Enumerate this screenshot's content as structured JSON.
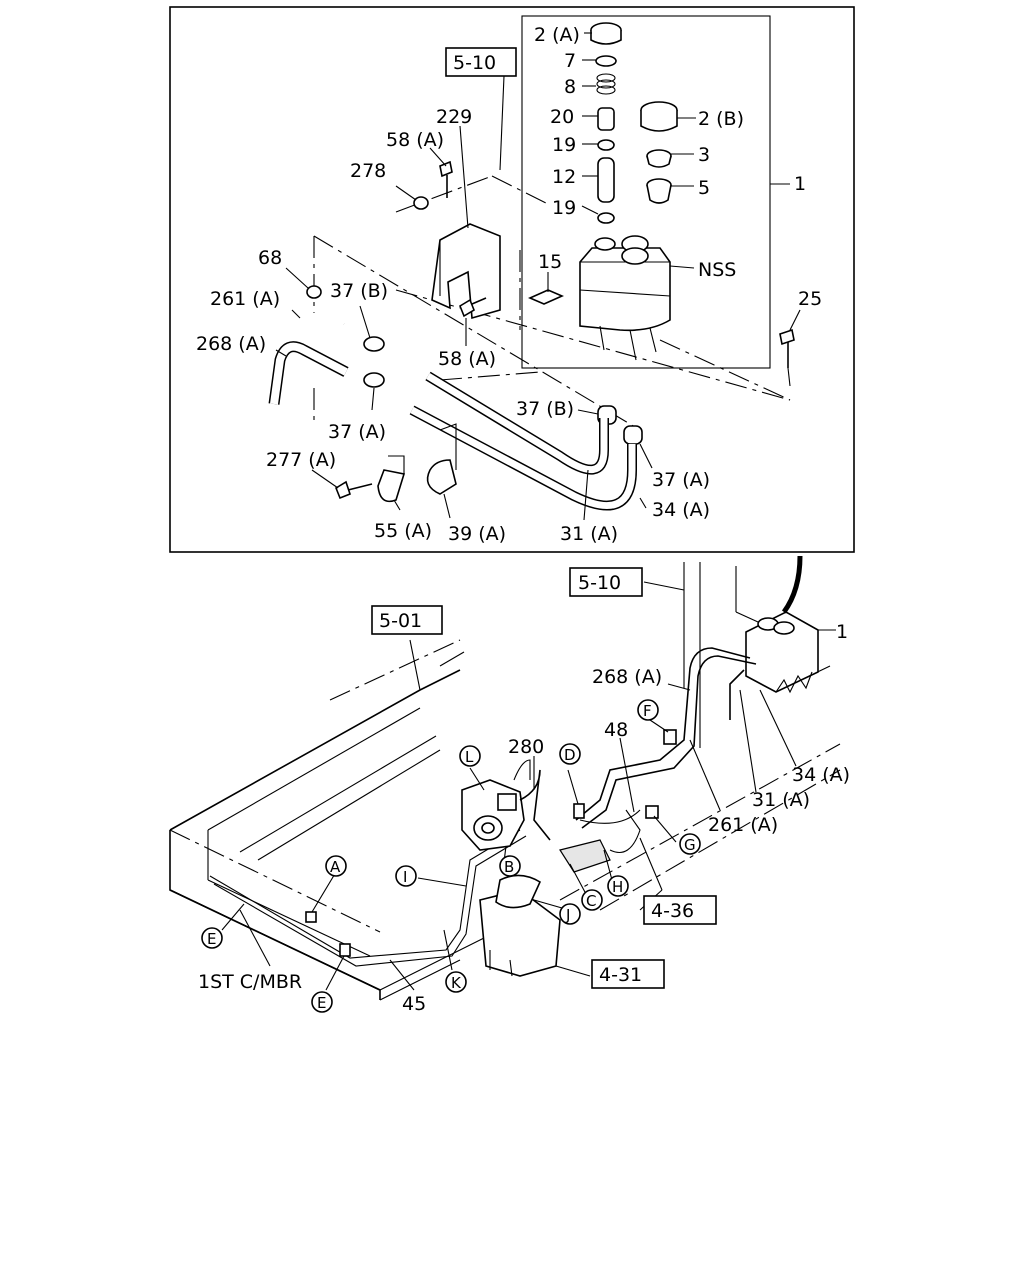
{
  "top_callouts": {
    "c2a": "2 (A)",
    "c7": "7",
    "c8": "8",
    "c20": "20",
    "c19a": "19",
    "c12": "12",
    "c19b": "19",
    "c2b": "2 (B)",
    "c3": "3",
    "c5": "5",
    "c1": "1",
    "c15": "15",
    "nss": "NSS",
    "c25": "25",
    "c229": "229",
    "c58a_top": "58 (A)",
    "c278": "278",
    "c68": "68",
    "c261a": "261 (A)",
    "c37b_left": "37 (B)",
    "c268a": "268 (A)",
    "c58a_mid": "58 (A)",
    "c37a_left": "37 (A)",
    "c37b_right": "37 (B)",
    "c37a_right": "37 (A)",
    "c277a": "277 (A)",
    "c34a": "34 (A)",
    "c55a": "55 (A)",
    "c39a": "39 (A)",
    "c31a": "31 (A)"
  },
  "ref_boxes": {
    "r510_top": "5-10",
    "r510_bottom": "5-10",
    "r501": "5-01",
    "r436": "4-36",
    "r431": "4-31"
  },
  "bottom_callouts": {
    "b1": "1",
    "b268a": "268 (A)",
    "b48": "48",
    "b280": "280",
    "b34a": "34 (A)",
    "b31a": "31 (A)",
    "b261a": "261 (A)",
    "b45": "45",
    "b1st": "1ST C/MBR"
  },
  "circle_letters": {
    "A": "A",
    "B": "B",
    "C": "C",
    "D": "D",
    "E1": "E",
    "E2": "E",
    "F": "F",
    "G": "G",
    "H": "H",
    "I": "I",
    "J": "J",
    "K": "K",
    "L": "L"
  }
}
